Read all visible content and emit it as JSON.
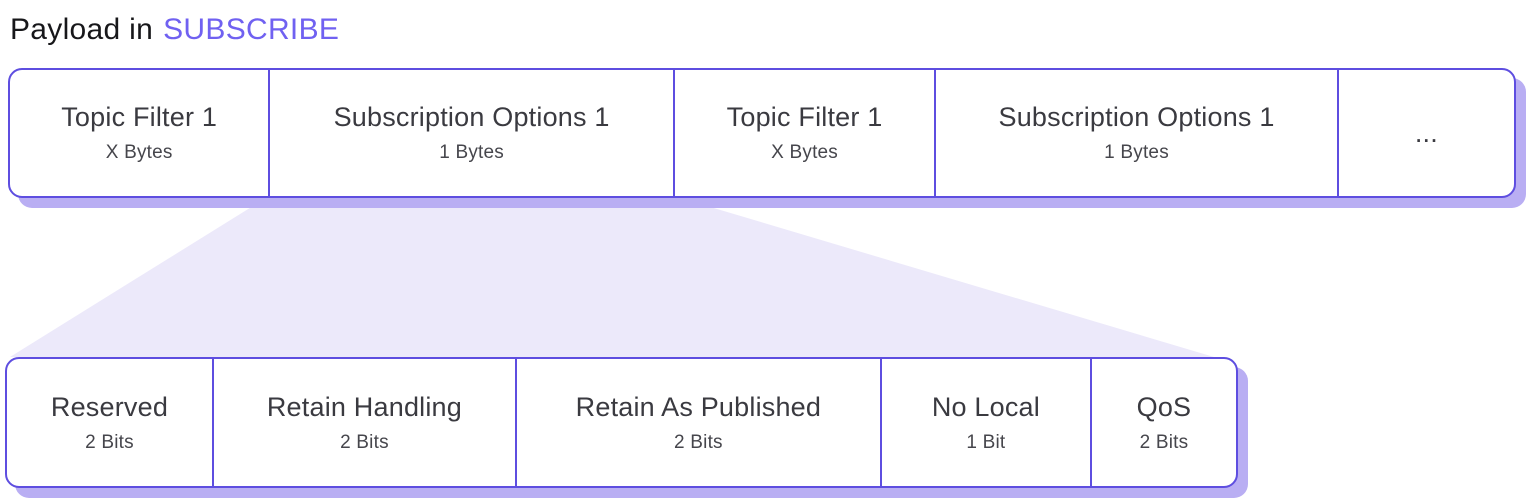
{
  "title": {
    "prefix": "Payload in",
    "highlight": "SUBSCRIBE"
  },
  "colors": {
    "border_accent": "#5E4EE0",
    "shadow": "#B9AEF3",
    "funnel_fill": "#ECE9FA",
    "highlight_text": "#7061F1",
    "label_text": "#3A3A40"
  },
  "payload_row": {
    "cells": [
      {
        "label": "Topic Filter 1",
        "size": "X Bytes"
      },
      {
        "label": "Subscription Options 1",
        "size": "1 Bytes"
      },
      {
        "label": "Topic Filter 1",
        "size": "X Bytes"
      },
      {
        "label": "Subscription Options 1",
        "size": "1 Bytes"
      },
      {
        "label": "...",
        "size": ""
      }
    ]
  },
  "options_row": {
    "cells": [
      {
        "label": "Reserved",
        "size": "2 Bits"
      },
      {
        "label": "Retain Handling",
        "size": "2 Bits"
      },
      {
        "label": "Retain As Published",
        "size": "2 Bits"
      },
      {
        "label": "No Local",
        "size": "1 Bit"
      },
      {
        "label": "QoS",
        "size": "2 Bits"
      }
    ]
  }
}
